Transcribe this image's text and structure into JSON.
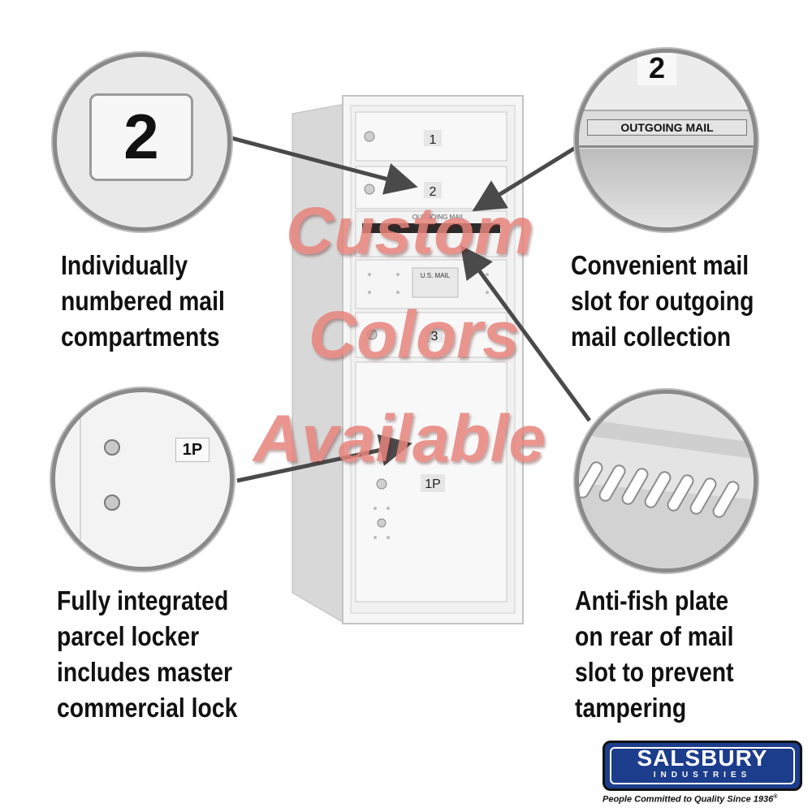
{
  "features": {
    "numbered": [
      "Individually",
      "numbered mail",
      "compartments"
    ],
    "outgoing": [
      "Convenient mail",
      "slot for outgoing",
      "mail collection"
    ],
    "parcel": [
      "Fully integrated",
      "parcel locker",
      "includes master",
      "commercial lock"
    ],
    "antifish": [
      "Anti-fish plate",
      "on rear of mail",
      "slot to prevent",
      "tampering"
    ]
  },
  "watermark": [
    "Custom",
    "Colors",
    "Available"
  ],
  "mailbox": {
    "door_labels": [
      "1",
      "2",
      "3",
      "1P"
    ],
    "outgoing_label": "OUTGOING MAIL",
    "usmail_label": "U.S. MAIL"
  },
  "callouts": {
    "number_label": "2",
    "outgoing_number": "2",
    "outgoing_label": "OUTGOING MAIL",
    "parcel_label": "1P"
  },
  "logo": {
    "name": "SALSBURY",
    "sub": "INDUSTRIES",
    "tagline": "People Committed to Quality Since 1936",
    "registered": "®"
  },
  "colors": {
    "watermark": "#e8837c",
    "logo_bg": "#1c3c8c",
    "cabinet": "#f2f2f2"
  }
}
